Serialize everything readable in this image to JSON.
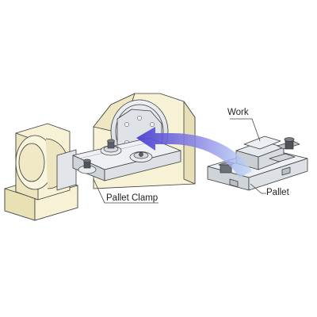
{
  "labels": {
    "work": "Work",
    "pallet": "Pallet",
    "pallet_clamp": "Pallet Clamp"
  },
  "colors": {
    "housing_fill": "#f7f1d6",
    "metal_fill": "#e3e6ea",
    "metal_dark": "#c5cad1",
    "outline": "#3c3c3c",
    "arrow_start": "#3f34c9",
    "arrow_end": "#b9d6f5",
    "leader": "#444444"
  },
  "icons": {
    "transfer_arrow": "curved-arrow-icon",
    "bolt": "bolt-icon"
  }
}
